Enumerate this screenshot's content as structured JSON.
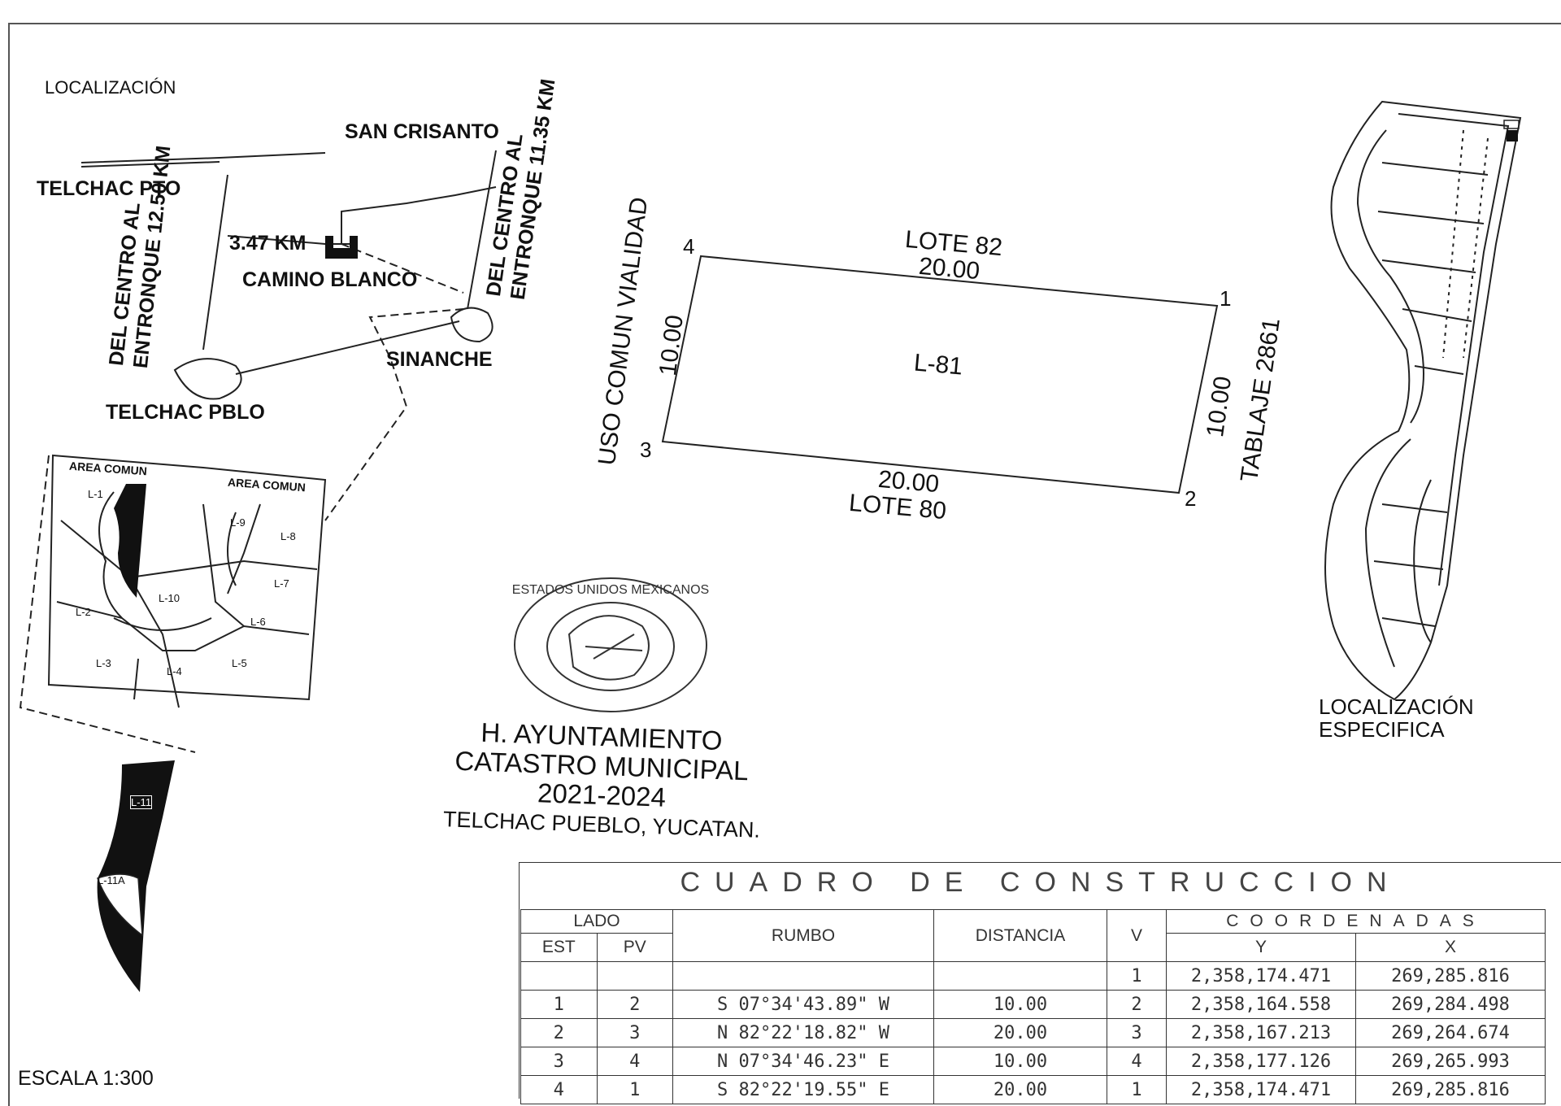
{
  "location_map": {
    "title": "LOCALIZACIÓN",
    "places": {
      "san_crisanto": "SAN CRISANTO",
      "telchac_pto": "TELCHAC PTO",
      "camino_blanco": "CAMINO BLANCO",
      "sinanche": "SINANCHE",
      "telchac_pblo": "TELCHAC PBLO"
    },
    "distance": "3.47 KM",
    "road_left": [
      "DEL CENTRO AL",
      "ENTRONQUE 12.50 KM"
    ],
    "road_right": [
      "DEL CENTRO AL",
      "ENTRONQUE 11.35 KM"
    ]
  },
  "subdivision": {
    "area_label_1": "AREA COMUN",
    "area_label_2": "AREA COMUN",
    "lots": [
      "L-1",
      "L-2",
      "L-3",
      "L-4",
      "L-5",
      "L-6",
      "L-7",
      "L-8",
      "L-9",
      "L-10"
    ],
    "lower_lots": [
      "L-11",
      "L-11A"
    ]
  },
  "lot_plan": {
    "lot_id": "L-81",
    "north_neighbor": "LOTE 82",
    "south_neighbor": "LOTE 80",
    "west_neighbor": "USO COMUN VIALIDAD",
    "east_neighbor": "TABLAJE 2861",
    "north_length": "20.00",
    "south_length": "20.00",
    "west_length": "10.00",
    "east_length": "10.00",
    "vertices": [
      "1",
      "2",
      "3",
      "4"
    ]
  },
  "specific_location": {
    "label_line1": "LOCALIZACIÓN",
    "label_line2": "ESPECIFICA"
  },
  "stamp": {
    "seal_text": "ESTADOS UNIDOS MEXICANOS",
    "line1": "H. AYUNTAMIENTO",
    "line2": "CATASTRO MUNICIPAL",
    "line3": "2021-2024",
    "line4": "TELCHAC PUEBLO, YUCATAN."
  },
  "scale": "ESCALA 1:300",
  "construction_table": {
    "title": "CUADRO DE CONSTRUCCION",
    "headers": {
      "lado": "LADO",
      "est": "EST",
      "pv": "PV",
      "rumbo": "RUMBO",
      "distancia": "DISTANCIA",
      "v": "V",
      "coordenadas": "COORDENADAS",
      "y": "Y",
      "x": "X"
    },
    "rows": [
      {
        "est": "",
        "pv": "",
        "rumbo": "",
        "distancia": "",
        "v": "1",
        "y": "2,358,174.471",
        "x": "269,285.816"
      },
      {
        "est": "1",
        "pv": "2",
        "rumbo": "S 07°34'43.89\" W",
        "distancia": "10.00",
        "v": "2",
        "y": "2,358,164.558",
        "x": "269,284.498"
      },
      {
        "est": "2",
        "pv": "3",
        "rumbo": "N 82°22'18.82\" W",
        "distancia": "20.00",
        "v": "3",
        "y": "2,358,167.213",
        "x": "269,264.674"
      },
      {
        "est": "3",
        "pv": "4",
        "rumbo": "N 07°34'46.23\" E",
        "distancia": "10.00",
        "v": "4",
        "y": "2,358,177.126",
        "x": "269,265.993"
      },
      {
        "est": "4",
        "pv": "1",
        "rumbo": "S 82°22'19.55\" E",
        "distancia": "20.00",
        "v": "1",
        "y": "2,358,174.471",
        "x": "269,285.816"
      }
    ]
  }
}
